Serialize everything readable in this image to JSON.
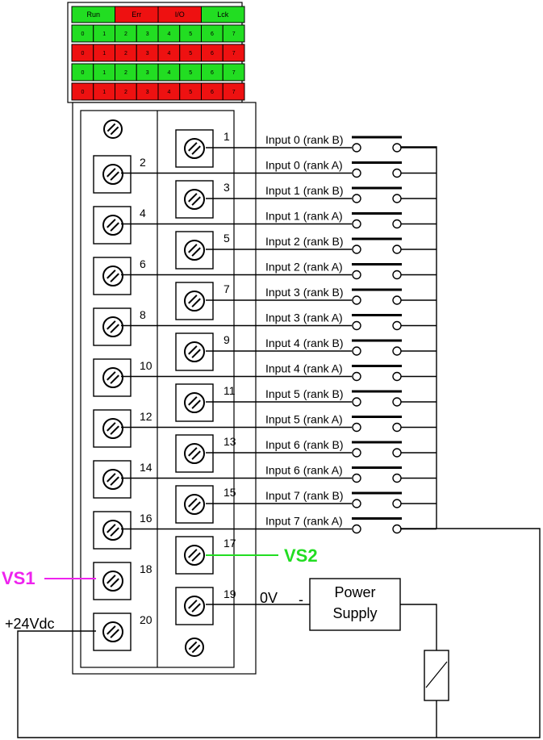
{
  "status_leds": [
    {
      "label": "Run",
      "color": "#22dd22"
    },
    {
      "label": "Err",
      "color": "#ee1111"
    },
    {
      "label": "I/O",
      "color": "#ee1111"
    },
    {
      "label": "Lck",
      "color": "#22dd22"
    }
  ],
  "led_rows": [
    {
      "color": "#22dd22",
      "labels": [
        "0",
        "1",
        "2",
        "3",
        "4",
        "5",
        "6",
        "7"
      ]
    },
    {
      "color": "#ee1111",
      "labels": [
        "0",
        "1",
        "2",
        "3",
        "4",
        "5",
        "6",
        "7"
      ]
    },
    {
      "color": "#22dd22",
      "labels": [
        "0",
        "1",
        "2",
        "3",
        "4",
        "5",
        "6",
        "7"
      ]
    },
    {
      "color": "#ee1111",
      "labels": [
        "0",
        "1",
        "2",
        "3",
        "4",
        "5",
        "6",
        "7"
      ]
    }
  ],
  "inputs": [
    "Input 0 (rank B)",
    "Input 0 (rank A)",
    "Input 1 (rank B)",
    "Input 1 (rank A)",
    "Input 2 (rank B)",
    "Input 2 (rank A)",
    "Input 3 (rank B)",
    "Input 3 (rank A)",
    "Input 4 (rank B)",
    "Input 4 (rank A)",
    "Input 5 (rank B)",
    "Input 5 (rank A)",
    "Input 6 (rank B)",
    "Input 6 (rank A)",
    "Input 7 (rank B)",
    "Input 7 (rank A)"
  ],
  "terminals": {
    "right": [
      "1",
      "3",
      "5",
      "7",
      "9",
      "11",
      "13",
      "15",
      "17",
      "19"
    ],
    "left": [
      "2",
      "4",
      "6",
      "8",
      "10",
      "12",
      "14",
      "16",
      "18",
      "20"
    ]
  },
  "labels": {
    "vs1": "VS1",
    "vs2": "VS2",
    "vs1_color": "#ee22ee",
    "vs2_color": "#22dd22",
    "zero_v": "0V",
    "minus": "-",
    "power_line1": "Power",
    "power_line2": "Supply",
    "plus24": "+24Vdc"
  }
}
